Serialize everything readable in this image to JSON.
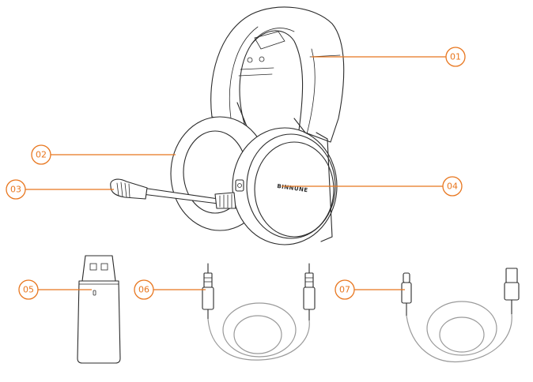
{
  "callouts": [
    {
      "id": "c01",
      "label": "01"
    },
    {
      "id": "c02",
      "label": "02"
    },
    {
      "id": "c03",
      "label": "03"
    },
    {
      "id": "c04",
      "label": "04"
    },
    {
      "id": "c05",
      "label": "05"
    },
    {
      "id": "c06",
      "label": "06"
    },
    {
      "id": "c07",
      "label": "07"
    }
  ],
  "brand_text": "BINNUNE",
  "colors": {
    "accent": "#e8761e",
    "line": "#2b2b2b",
    "cable": "#9a9a9a"
  }
}
